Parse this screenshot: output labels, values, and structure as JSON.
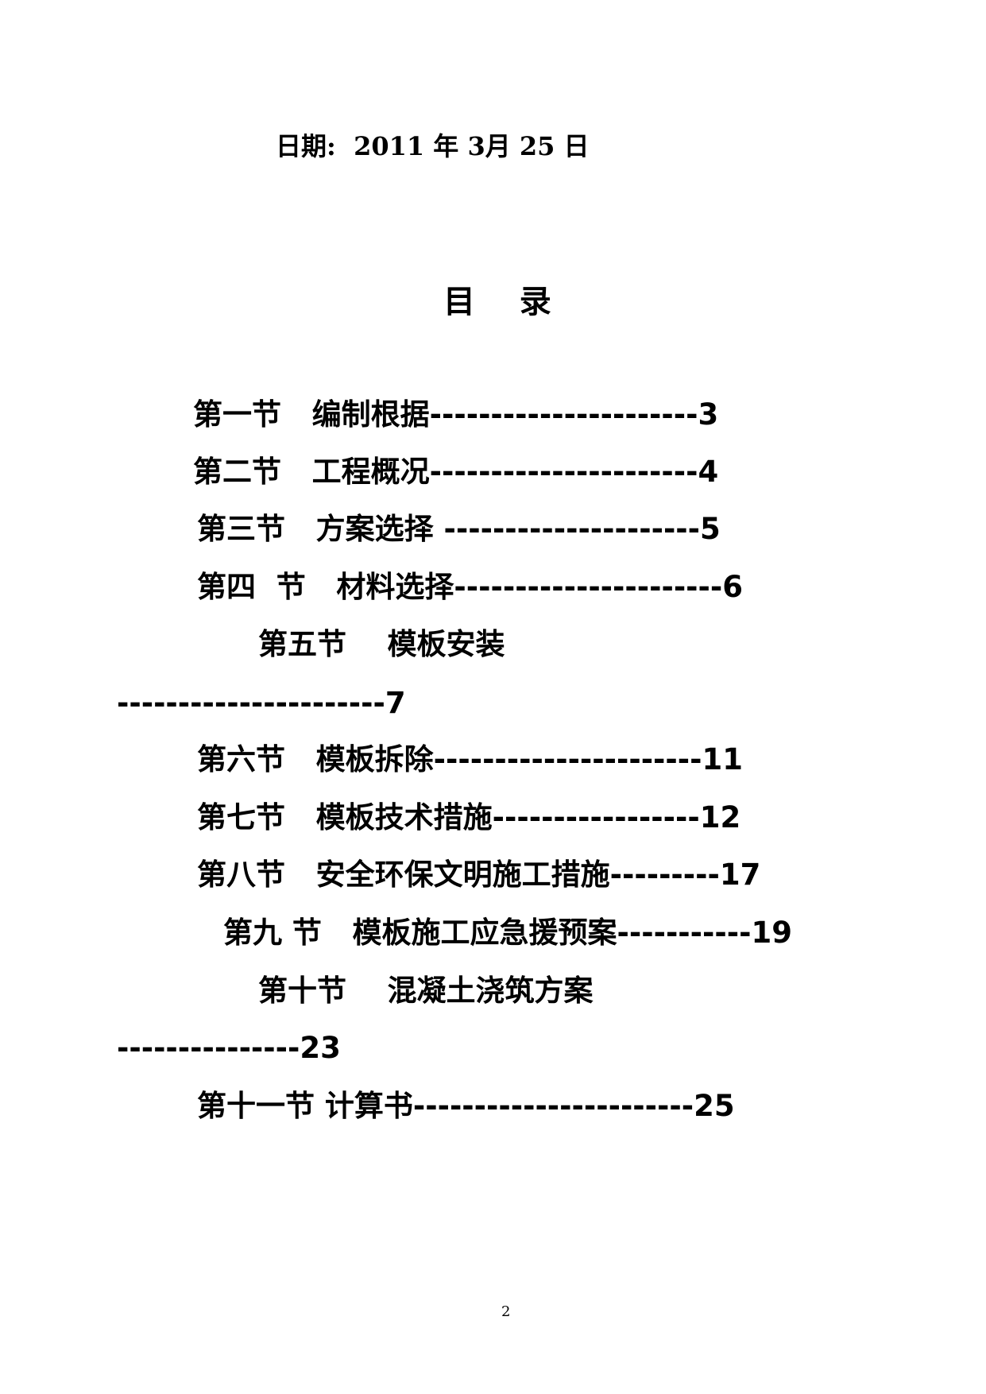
{
  "date_line": "日期:  2011 年 3月 25 日",
  "toc_title": "目    录",
  "toc_lines": [
    "第一节   编制根据----------------------3",
    "第二节   工程概况----------------------4",
    "第三节   方案选择 ---------------------5",
    "第四  节   材料选择----------------------6",
    "第五节    模板安装",
    "----------------------7",
    "第六节   模板拆除----------------------11",
    "第七节   模板技术措施-----------------12",
    "第八节   安全环保文明施工措施---------17",
    "第九 节   模板施工应急援预案-----------19",
    "第十节    混凝土浇筑方案",
    "---------------23",
    "第十一节 计算书-----------------------25"
  ],
  "page_number": "2"
}
